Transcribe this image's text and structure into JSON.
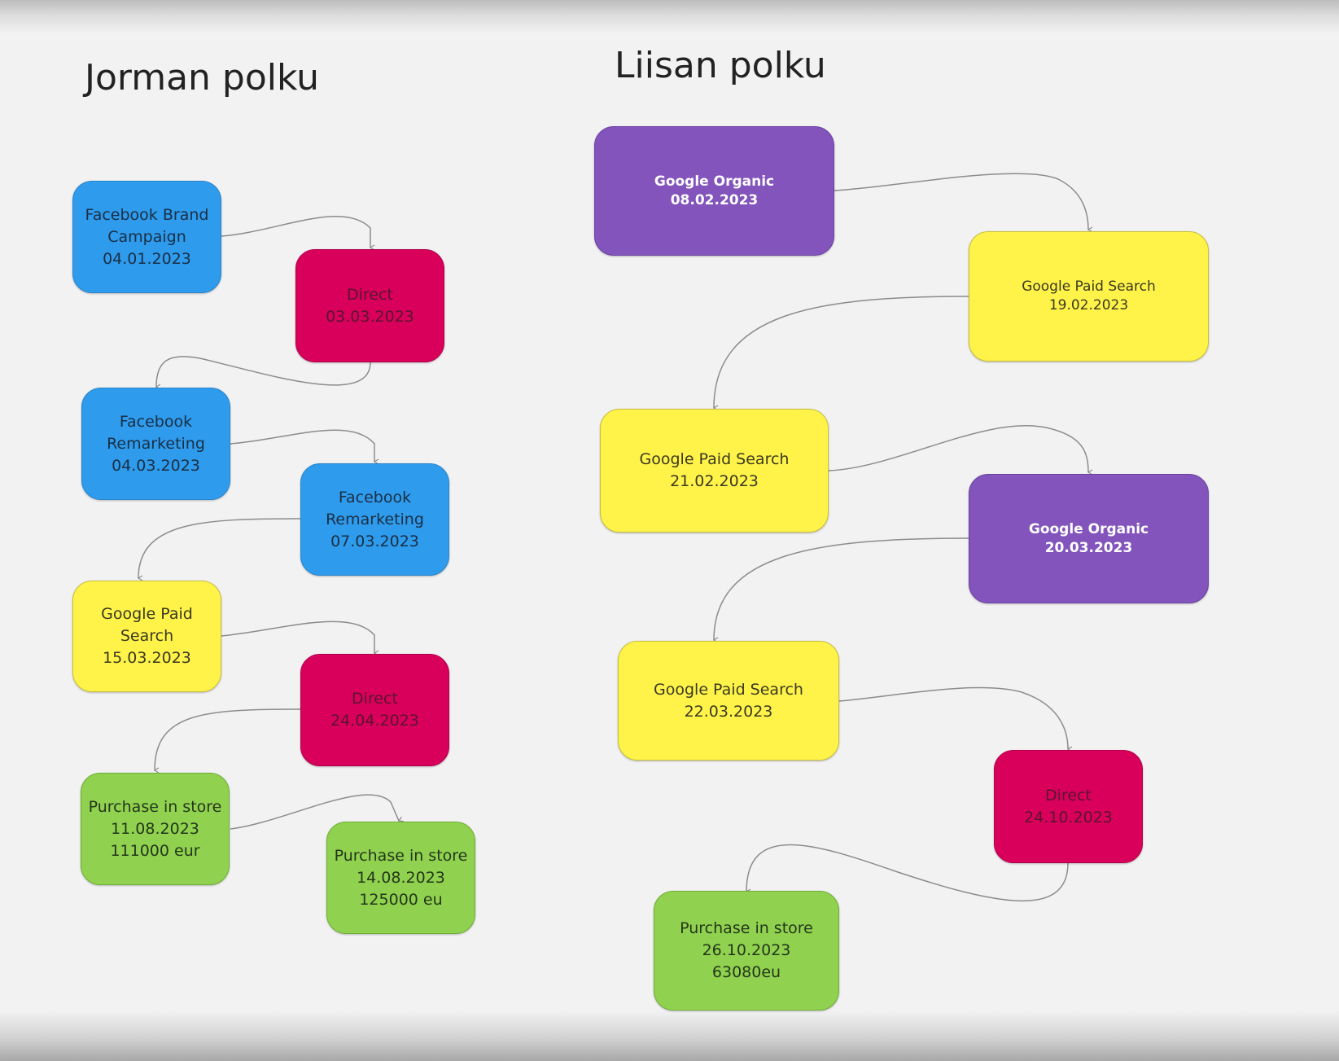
{
  "left_title": "Jorman polku",
  "right_title": "Liisan polku",
  "colors": {
    "blue": "#2e9bec",
    "red": "#d8005b",
    "yellow": "#fff34a",
    "green": "#90d24f",
    "purple": "#8254bc",
    "connector": "#8c8c8c"
  },
  "jorma": {
    "facebook_brand": "Facebook Brand\nCampaign\n04.01.2023",
    "direct_1": "Direct 03.03.2023",
    "facebook_remarketing_1": "Facebook\nRemarketing\n04.03.2023",
    "facebook_remarketing_2": "Facebook\nRemarketing\n07.03.2023",
    "google_paid": "Google Paid\nSearch 15.03.2023",
    "direct_2": "Direct 24.04.2023",
    "purchase_1": "Purchase in store\n11.08.2023\n111000 eur",
    "purchase_2": "Purchase in store\n14.08.2023\n125000 eu"
  },
  "liisa": {
    "google_organic_1": "Google Organic\n08.02.2023",
    "google_paid_1": "Google Paid Search\n19.02.2023",
    "google_paid_2": "Google Paid Search\n21.02.2023",
    "google_organic_2": "Google Organic\n20.03.2023",
    "google_paid_3": "Google Paid Search\n22.03.2023",
    "direct": "Direct 24.10.2023",
    "purchase": "Purchase in store\n26.10.2023\n63080eu"
  }
}
